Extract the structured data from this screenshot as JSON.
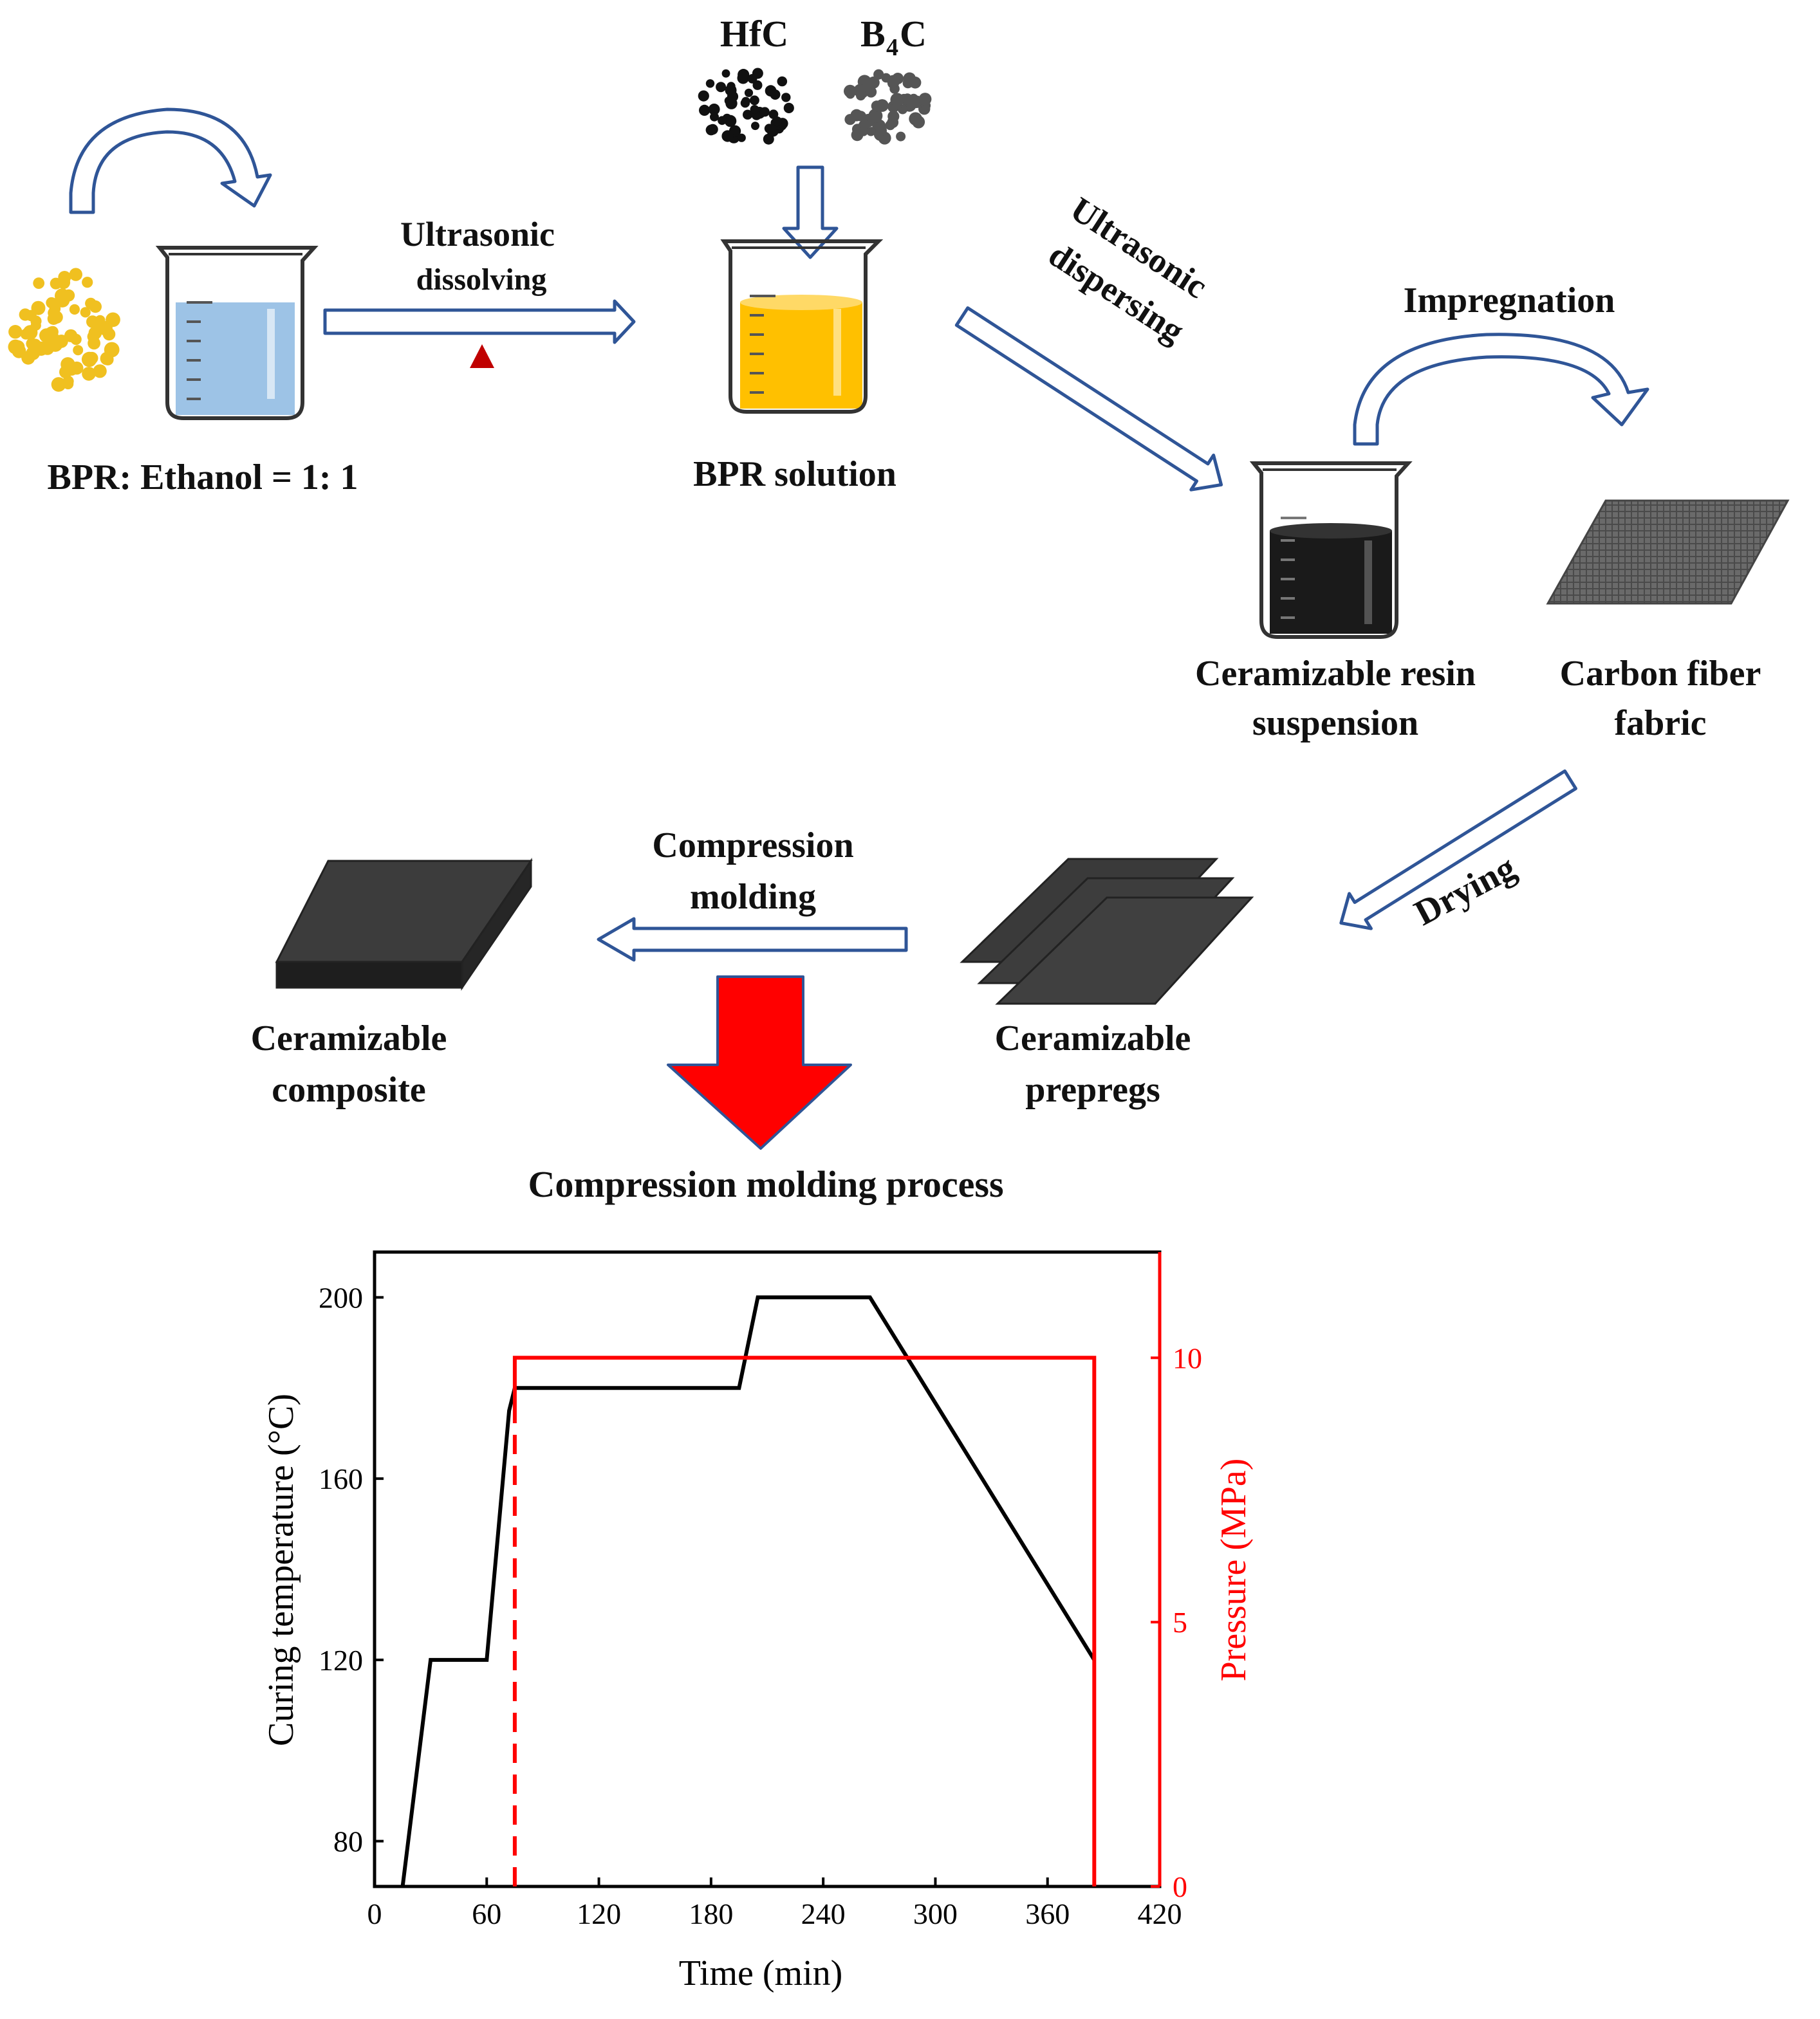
{
  "labels": {
    "hfc": "HfC",
    "b4c_main": "B",
    "b4c_sub": "4",
    "b4c_end": "C",
    "ultrasonic_dissolving_1": "Ultrasonic",
    "ultrasonic_dissolving_2": "dissolving",
    "ratio": "BPR: Ethanol = 1: 1",
    "bpr_solution": "BPR solution",
    "ultrasonic_dispersing_1": "Ultrasonic",
    "ultrasonic_dispersing_2": "dispersing",
    "impregnation": "Impregnation",
    "suspension_1": "Ceramizable resin",
    "suspension_2": "suspension",
    "fabric_1": "Carbon fiber",
    "fabric_2": "fabric",
    "drying": "Drying",
    "compression_1": "Compression",
    "compression_2": "molding",
    "composite_1": "Ceramizable",
    "composite_2": "composite",
    "prepregs_1": "Ceramizable",
    "prepregs_2": "prepregs",
    "process_title": "Compression molding process"
  },
  "colors": {
    "arrow_outline": "#2f5597",
    "ethanol": "#9dc3e6",
    "bpr_solution": "#ffc000",
    "suspension": "#1a1a1a",
    "bpr_particles": "#f0c020",
    "hfc_particles": "#111111",
    "b4c_particles": "#555555",
    "heat_marker": "#c00000",
    "big_arrow": "#ff0000",
    "temperature_line": "#000000",
    "pressure_line": "#ff0000"
  },
  "chart_data": {
    "type": "line",
    "xlabel": "Time (min)",
    "ylabel": "Curing temperature (°C)",
    "y2label": "Pressure (MPa)",
    "xlim": [
      0,
      420
    ],
    "ylim": [
      70,
      210
    ],
    "y2lim": [
      0,
      12
    ],
    "xticks": [
      0,
      60,
      120,
      180,
      240,
      300,
      360,
      420
    ],
    "yticks": [
      80,
      120,
      160,
      200
    ],
    "y2ticks": [
      0,
      5,
      10
    ],
    "series": [
      {
        "axis": "left",
        "color": "#000000",
        "style": "solid",
        "x": [
          15,
          30,
          60,
          72,
          75,
          195,
          205,
          265,
          385
        ],
        "y": [
          70,
          120,
          120,
          175,
          180,
          180,
          200,
          200,
          120
        ]
      },
      {
        "axis": "right",
        "color": "#ff0000",
        "style": "dashed",
        "x": [
          75,
          75
        ],
        "y": [
          0,
          8.8
        ]
      },
      {
        "axis": "right",
        "color": "#ff0000",
        "style": "solid",
        "x": [
          75,
          75,
          385,
          385
        ],
        "y": [
          8.8,
          10,
          10,
          0
        ]
      }
    ]
  }
}
